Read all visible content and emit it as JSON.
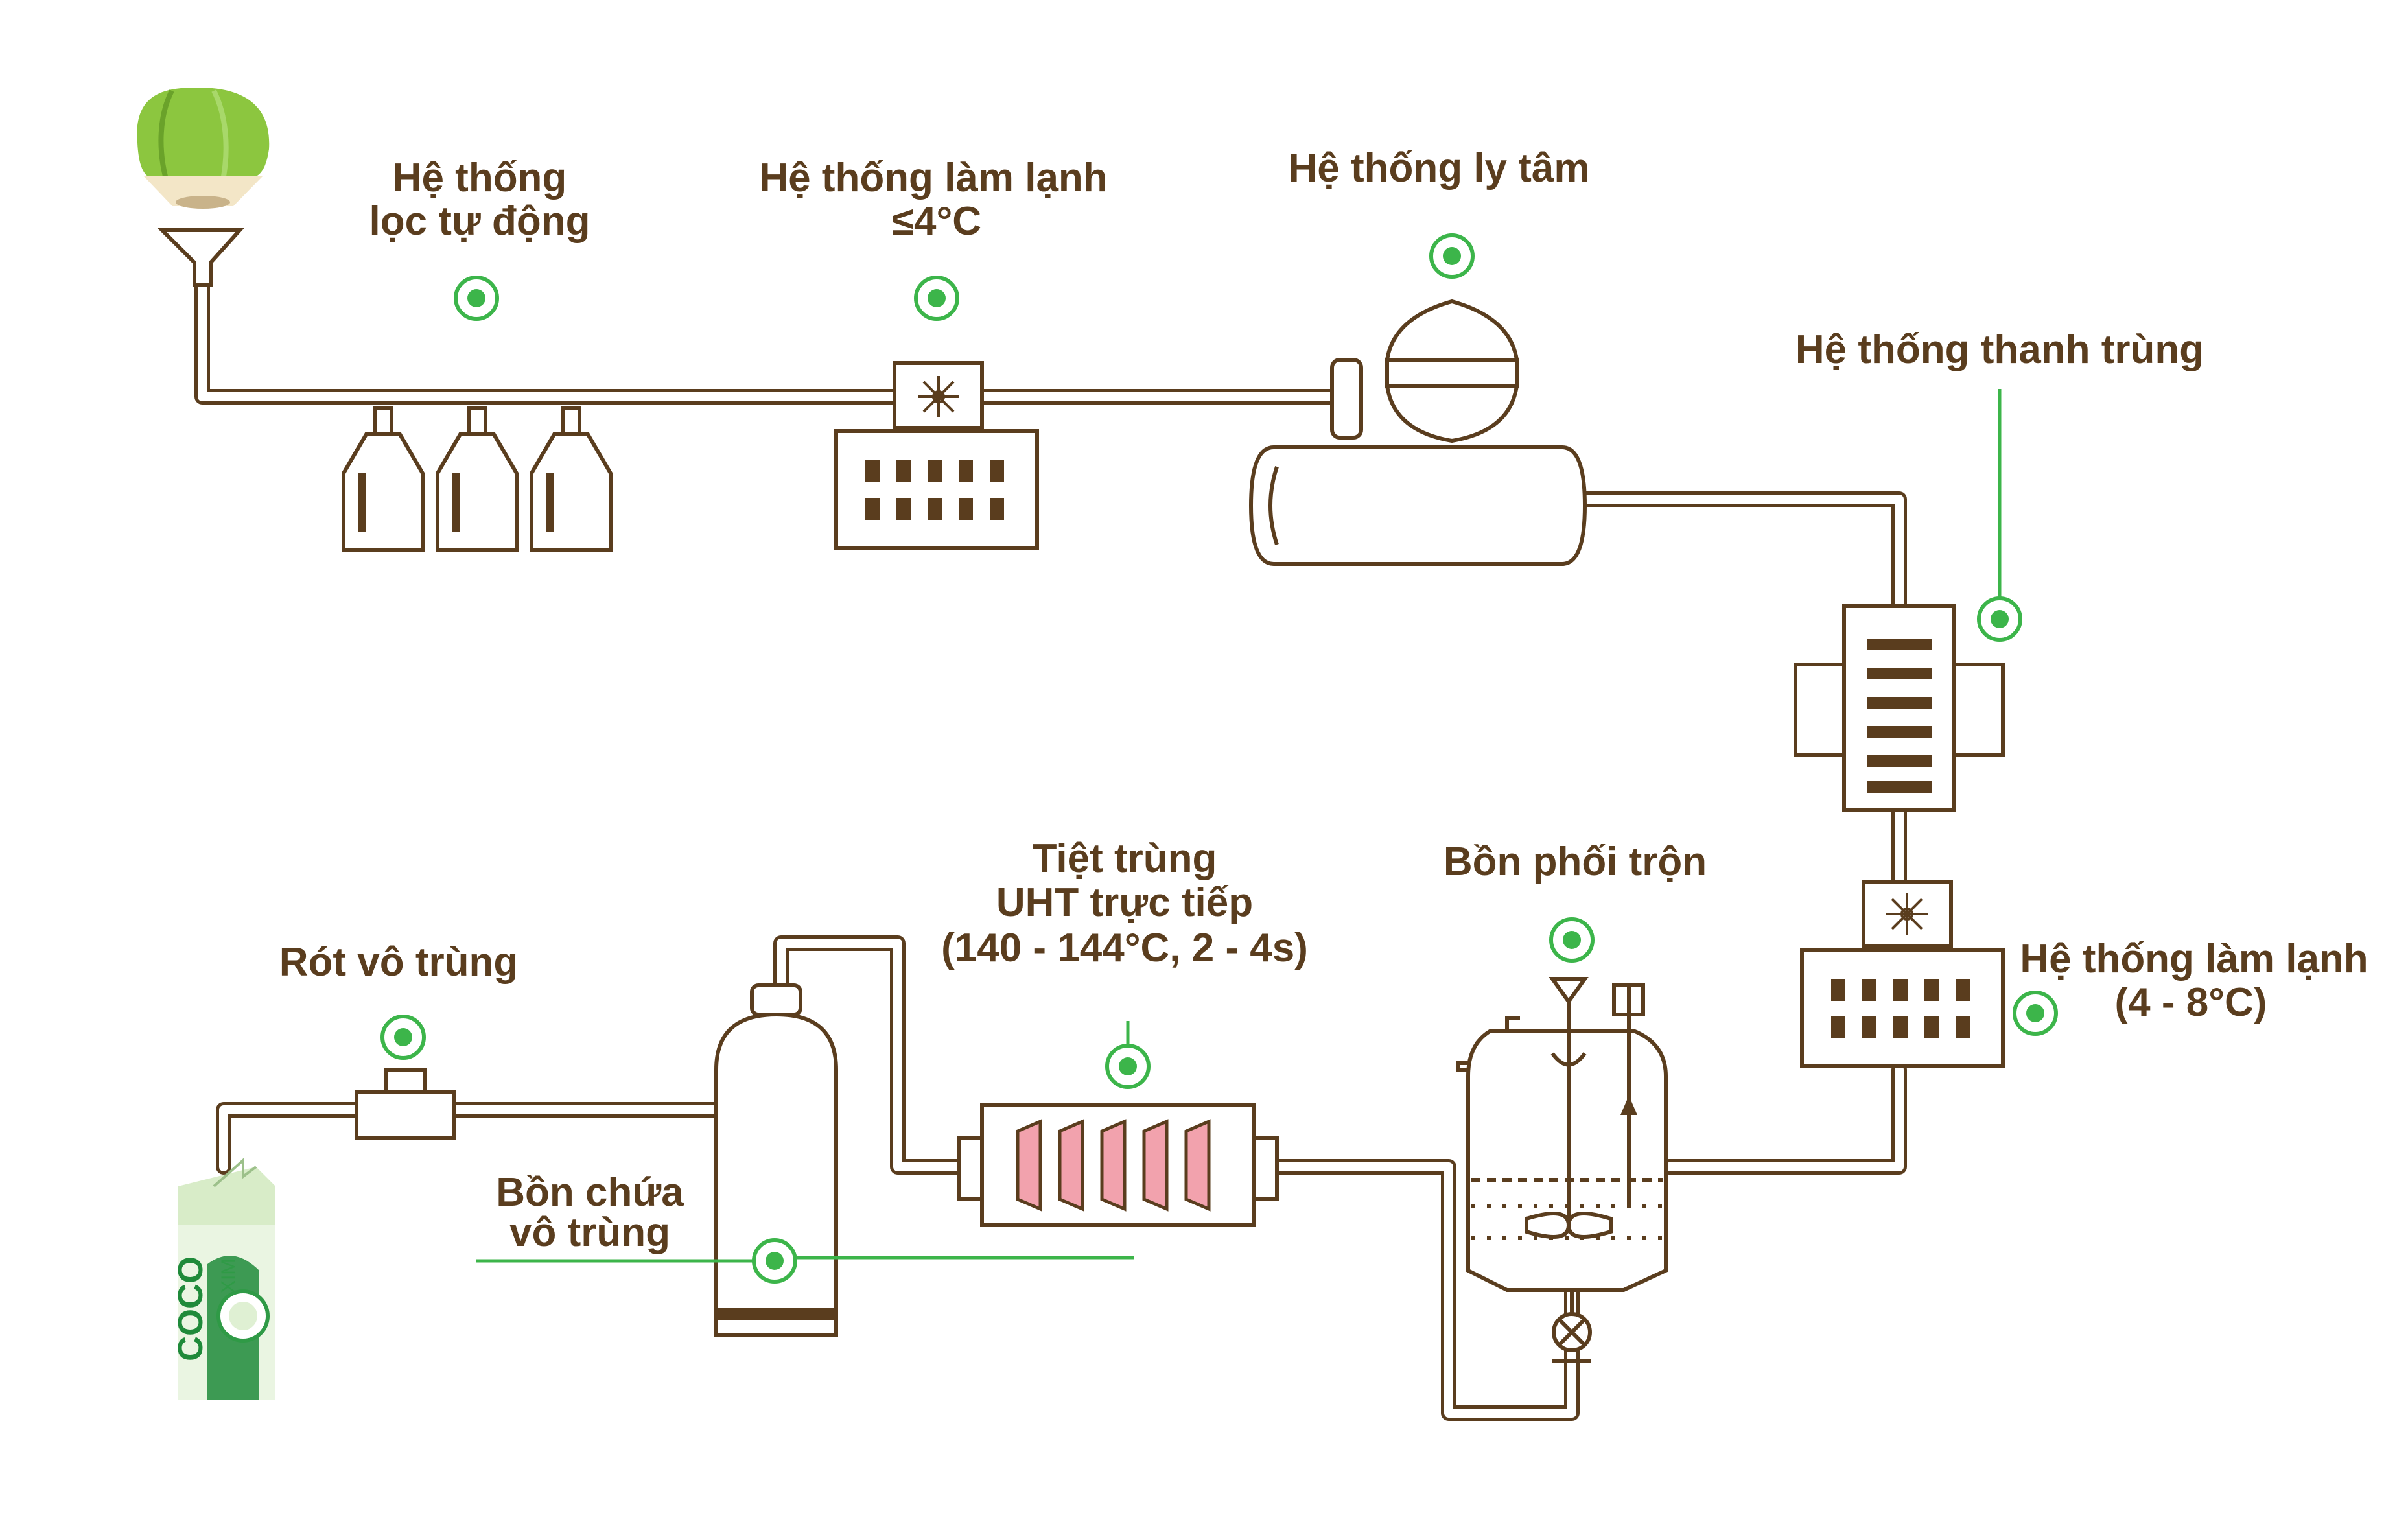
{
  "labels": {
    "auto_filter": [
      "Hệ thống",
      "lọc tự động"
    ],
    "cooling_1": [
      "Hệ thống làm lạnh",
      "≤4°C"
    ],
    "centrifuge": [
      "Hệ thống ly tâm"
    ],
    "pasteurize": [
      "Hệ thống thanh trùng"
    ],
    "cooling_2": [
      "Hệ thống làm lạnh",
      "(4 - 8°C)"
    ],
    "mixing_tank": [
      "Bồn phối trộn"
    ],
    "uht": [
      "Tiệt trùng",
      "UHT trực tiếp",
      "(140 - 144°C, 2 - 4s)"
    ],
    "aseptic_fill": [
      "Rót vô trùng"
    ],
    "aseptic_tank": [
      "Bồn chứa",
      "vô trùng"
    ]
  },
  "product": {
    "brand": "COCO",
    "sub_brand": "XIM"
  },
  "colors": {
    "outline": "#5a3d1e",
    "marker": "#3cb54a",
    "heater": "#f2a2ad",
    "coconut": "#8cc63f"
  },
  "icons": [
    "coconut-icon",
    "snowflake-icon",
    "carton-pack-icon"
  ]
}
